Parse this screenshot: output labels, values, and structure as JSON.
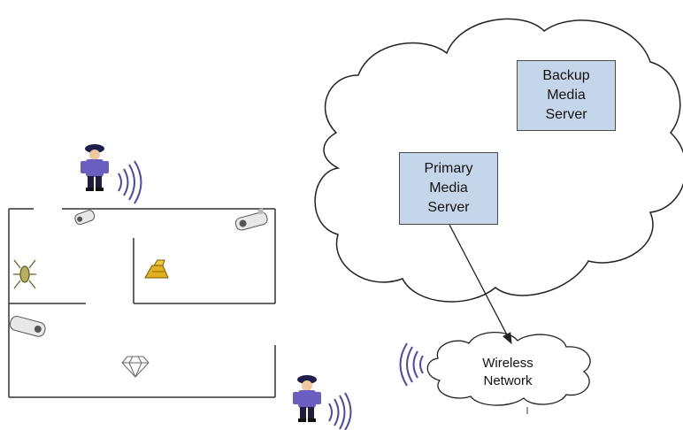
{
  "diagram": {
    "backup_server": {
      "label": "Backup\nMedia\nServer"
    },
    "primary_server": {
      "label": "Primary\nMedia\nServer"
    },
    "wireless_network": {
      "label": "Wireless\nNetwork"
    },
    "edges": [
      {
        "from": "primary_server",
        "to": "wireless_network",
        "arrow": "end"
      }
    ],
    "icons": [
      "security-guard-icon",
      "security-guard-icon",
      "wireless-signal-icon",
      "security-camera-icon",
      "gold-bars-icon",
      "diamond-icon",
      "bug-icon"
    ],
    "colors": {
      "server_fill": "#c5d6ea",
      "line": "#333333",
      "signal": "#4a4aa8"
    }
  }
}
